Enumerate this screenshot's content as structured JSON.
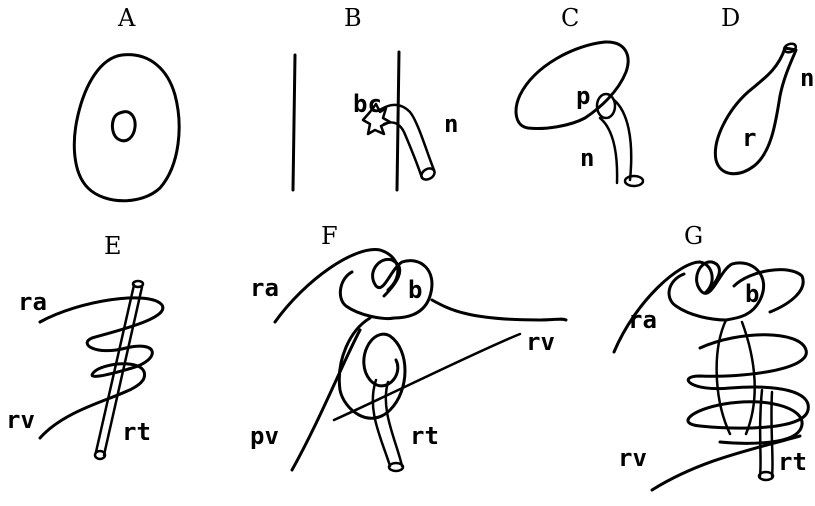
{
  "panels": {
    "A": {
      "letter": "A"
    },
    "B": {
      "letter": "B",
      "labels": {
        "bc": "bc",
        "n": "n"
      }
    },
    "C": {
      "letter": "C",
      "labels": {
        "p": "p",
        "n": "n"
      }
    },
    "D": {
      "letter": "D",
      "labels": {
        "r": "r",
        "n": "n"
      }
    },
    "E": {
      "letter": "E",
      "labels": {
        "ra": "ra",
        "rv": "rv",
        "rt": "rt"
      }
    },
    "F": {
      "letter": "F",
      "labels": {
        "ra": "ra",
        "b": "b",
        "rv": "rv",
        "pv": "pv",
        "rt": "rt"
      }
    },
    "G": {
      "letter": "G",
      "labels": {
        "ra": "ra",
        "b": "b",
        "rv": "rv",
        "rt": "rt"
      }
    }
  }
}
